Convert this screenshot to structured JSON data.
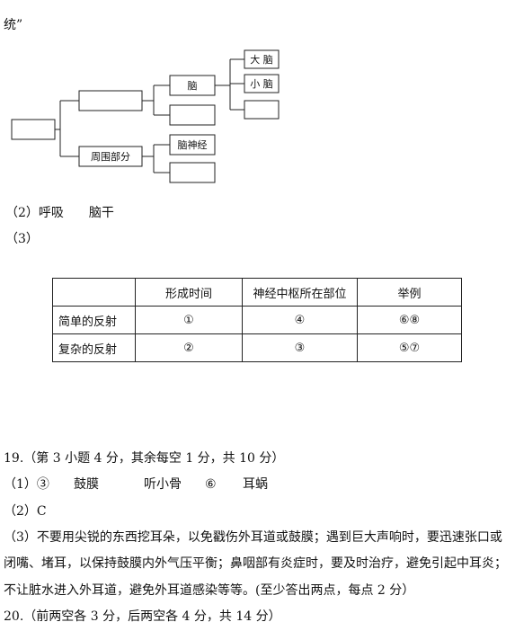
{
  "top_fragment": "统”",
  "diagram": {
    "brain_label": "脑",
    "cerebrum_label": "大 脑",
    "cerebellum_label": "小 脑",
    "peripheral_label": "周围部分",
    "cranial_nerve_label": "脑神经"
  },
  "answers_18": {
    "line2": "（2）呼吸　　脑干",
    "line3": "（3）"
  },
  "table": {
    "headers": [
      "",
      "形成时间",
      "神经中枢所在部位",
      "举例"
    ],
    "rows": [
      [
        "简单的反射",
        "①",
        "④",
        "⑥⑧"
      ],
      [
        "复杂的反射",
        "②",
        "③",
        "⑤⑦"
      ]
    ]
  },
  "q19": {
    "title": "19.（第 3 小题 4 分，其余每空 1 分，共 10 分）",
    "a1": [
      "（1）③",
      "鼓膜",
      "听小骨",
      "⑥",
      "耳蜗"
    ],
    "a2": "（2）C",
    "a3_line1": "（3）不要用尖锐的东西挖耳朵，以免戳伤外耳道或鼓膜；遇到巨大声响时，要迅速张口或",
    "a3_line2": "闭嘴、堵耳，以保持鼓膜内外气压平衡；鼻咽部有炎症时，要及时治疗，避免引起中耳炎；",
    "a3_line3": "不让脏水进入外耳道，避免外耳道感染等等。(至少答出两点，每点 2 分）"
  },
  "q20": {
    "title": "20.（前两空各 3 分，后两空各 4 分，共 14 分）"
  }
}
